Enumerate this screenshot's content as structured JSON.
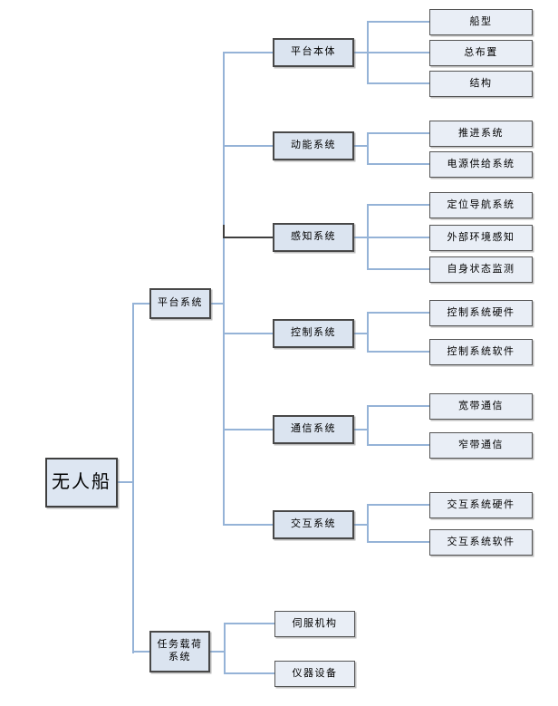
{
  "diagram": {
    "type": "tree",
    "orientation": "left-to-right",
    "colors": {
      "connector_blue": "#95b3d7",
      "connector_dark": "#3f3f3f",
      "node_fill_mid": "#dbe4f0",
      "node_fill_leaf": "#e9eef6",
      "node_border": "#4d4d4d",
      "background": "#ffffff"
    },
    "nodes": {
      "root": {
        "label": "无人船"
      },
      "platform": {
        "label": "平台系统"
      },
      "payload": {
        "label": "任务载荷系统",
        "line1": "任务载荷",
        "line2": "系统"
      },
      "platform_body": {
        "label": "平台本体"
      },
      "kinetic": {
        "label": "动能系统"
      },
      "perception": {
        "label": "感知系统"
      },
      "control": {
        "label": "控制系统"
      },
      "communication": {
        "label": "通信系统"
      },
      "interaction": {
        "label": "交互系统"
      },
      "hull_form": {
        "label": "船型"
      },
      "general_arrangement": {
        "label": "总布置"
      },
      "structure": {
        "label": "结构"
      },
      "propulsion": {
        "label": "推进系统"
      },
      "power_supply": {
        "label": "电源供给系统"
      },
      "positioning_nav": {
        "label": "定位导航系统"
      },
      "external_env": {
        "label": "外部环境感知"
      },
      "self_status": {
        "label": "自身状态监测"
      },
      "control_hw": {
        "label": "控制系统硬件"
      },
      "control_sw": {
        "label": "控制系统软件"
      },
      "broadband": {
        "label": "宽带通信"
      },
      "narrowband": {
        "label": "窄带通信"
      },
      "interaction_hw": {
        "label": "交互系统硬件"
      },
      "interaction_sw": {
        "label": "交互系统软件"
      },
      "servo": {
        "label": "伺服机构"
      },
      "instruments": {
        "label": "仪器设备"
      }
    },
    "hierarchy": {
      "无人船": {
        "平台系统": {
          "平台本体": [
            "船型",
            "总布置",
            "结构"
          ],
          "动能系统": [
            "推进系统",
            "电源供给系统"
          ],
          "感知系统": [
            "定位导航系统",
            "外部环境感知",
            "自身状态监测"
          ],
          "控制系统": [
            "控制系统硬件",
            "控制系统软件"
          ],
          "通信系统": [
            "宽带通信",
            "窄带通信"
          ],
          "交互系统": [
            "交互系统硬件",
            "交互系统软件"
          ]
        },
        "任务载荷系统": [
          "伺服机构",
          "仪器设备"
        ]
      }
    }
  }
}
